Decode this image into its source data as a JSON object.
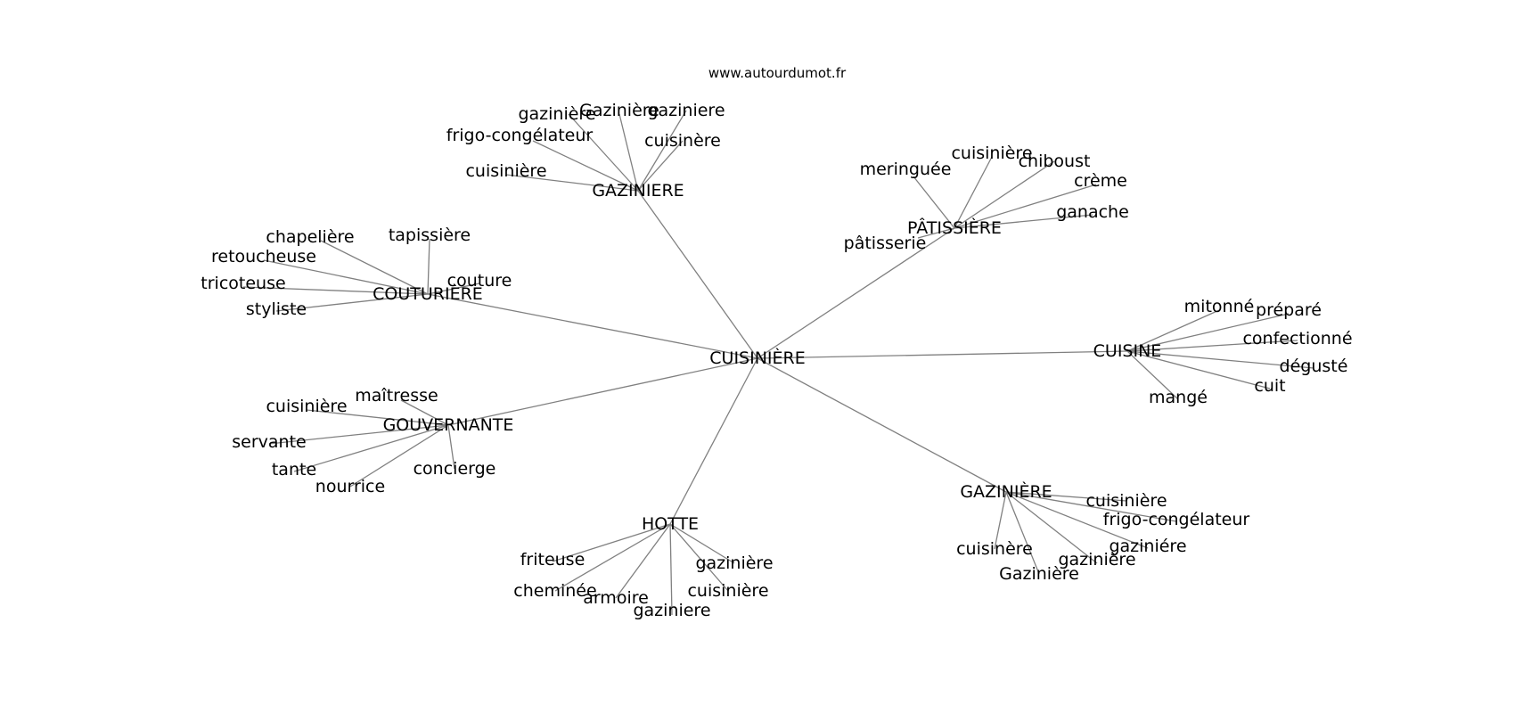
{
  "header": {
    "site": "www.autourdumot.fr"
  },
  "graph": {
    "root": "CUISINIÈRE",
    "clusters": [
      {
        "label": "GAZINIERE",
        "leaves": [
          "gazinière",
          "Gazinière",
          "gaziniere",
          "frigo-congélateur",
          "cuisinère",
          "cuisinière"
        ]
      },
      {
        "label": "PÂTISSIÈRE",
        "leaves": [
          "meringuée",
          "cuisinière",
          "chiboust",
          "crème",
          "ganache",
          "pâtisserie"
        ]
      },
      {
        "label": "COUTURIÈRE",
        "leaves": [
          "chapelière",
          "tapissière",
          "retoucheuse",
          "tricoteuse",
          "styliste",
          "couture"
        ]
      },
      {
        "label": "CUISINE",
        "leaves": [
          "mitonné",
          "préparé",
          "confectionné",
          "dégusté",
          "cuit",
          "mangé"
        ]
      },
      {
        "label": "GOUVERNANTE",
        "leaves": [
          "maîtresse",
          "cuisinière",
          "servante",
          "tante",
          "nourrice",
          "concierge"
        ]
      },
      {
        "label": "GAZINIÈRE",
        "leaves": [
          "cuisinière",
          "frigo-congélateur",
          "gaziniére",
          "gazinière",
          "Gazinière",
          "cuisinère"
        ]
      },
      {
        "label": "HOTTE",
        "leaves": [
          "friteuse",
          "cheminée",
          "armoire",
          "gaziniere",
          "cuisinière",
          "gazinière"
        ]
      }
    ]
  }
}
